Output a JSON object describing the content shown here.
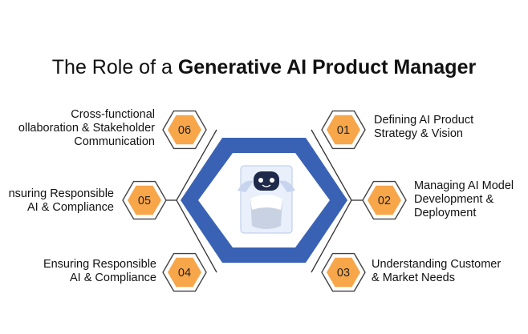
{
  "title": {
    "prefix": "The Role of a ",
    "emphasis": "Generative AI Product Manager"
  },
  "items": [
    {
      "number": "01",
      "lines": [
        "Defining AI Product",
        "Strategy & Vision"
      ]
    },
    {
      "number": "02",
      "lines": [
        "Managing AI Model",
        "Development &",
        "Deployment"
      ]
    },
    {
      "number": "03",
      "lines": [
        "Understanding Customer",
        "& Market Needs"
      ]
    },
    {
      "number": "04",
      "lines": [
        "Ensuring Responsible",
        "AI & Compliance"
      ]
    },
    {
      "number": "05",
      "lines": [
        "nsuring Responsible",
        "AI & Compliance"
      ]
    },
    {
      "number": "06",
      "lines": [
        "Cross-functional",
        "ollaboration & Stakeholder",
        "Communication"
      ]
    }
  ],
  "colors": {
    "hex_fill": "#f7a64a",
    "hex_outline": "#444444",
    "center_outer": "#3a62b4",
    "center_inner": "#e9f0fb",
    "connector": "#333333"
  },
  "center_icon": "robot-icon"
}
